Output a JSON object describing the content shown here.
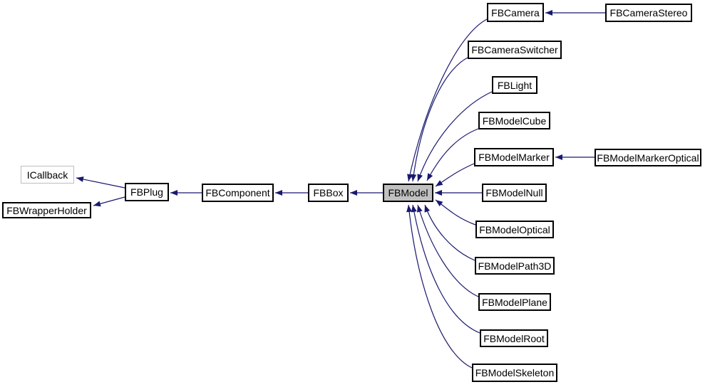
{
  "diagram": {
    "kind": "class-inheritance-graph",
    "focus_class": "FBModel",
    "colors": {
      "background": "#ffffff",
      "edge": "#191970",
      "node_border": "#000000",
      "external_node_border": "#bebebe",
      "focus_node_fill": "#c0c0c0",
      "text": "#000000"
    },
    "nodes": [
      {
        "label": "ICallback",
        "type": "external"
      },
      {
        "label": "FBWrapperHolder",
        "type": "class"
      },
      {
        "label": "FBPlug",
        "type": "class"
      },
      {
        "label": "FBComponent",
        "type": "class"
      },
      {
        "label": "FBBox",
        "type": "class"
      },
      {
        "label": "FBModel",
        "type": "current"
      },
      {
        "label": "FBCamera",
        "type": "class"
      },
      {
        "label": "FBCameraStereo",
        "type": "class"
      },
      {
        "label": "FBCameraSwitcher",
        "type": "class"
      },
      {
        "label": "FBLight",
        "type": "class"
      },
      {
        "label": "FBModelCube",
        "type": "class"
      },
      {
        "label": "FBModelMarker",
        "type": "class"
      },
      {
        "label": "FBModelMarkerOptical",
        "type": "class"
      },
      {
        "label": "FBModelNull",
        "type": "class"
      },
      {
        "label": "FBModelOptical",
        "type": "class"
      },
      {
        "label": "FBModelPath3D",
        "type": "class"
      },
      {
        "label": "FBModelPlane",
        "type": "class"
      },
      {
        "label": "FBModelRoot",
        "type": "class"
      },
      {
        "label": "FBModelSkeleton",
        "type": "class"
      }
    ],
    "edges": [
      {
        "derived": "FBPlug",
        "base": "ICallback"
      },
      {
        "derived": "FBPlug",
        "base": "FBWrapperHolder"
      },
      {
        "derived": "FBComponent",
        "base": "FBPlug"
      },
      {
        "derived": "FBBox",
        "base": "FBComponent"
      },
      {
        "derived": "FBModel",
        "base": "FBBox"
      },
      {
        "derived": "FBCamera",
        "base": "FBModel"
      },
      {
        "derived": "FBCameraStereo",
        "base": "FBCamera"
      },
      {
        "derived": "FBCameraSwitcher",
        "base": "FBModel"
      },
      {
        "derived": "FBLight",
        "base": "FBModel"
      },
      {
        "derived": "FBModelCube",
        "base": "FBModel"
      },
      {
        "derived": "FBModelMarker",
        "base": "FBModel"
      },
      {
        "derived": "FBModelMarkerOptical",
        "base": "FBModelMarker"
      },
      {
        "derived": "FBModelNull",
        "base": "FBModel"
      },
      {
        "derived": "FBModelOptical",
        "base": "FBModel"
      },
      {
        "derived": "FBModelPath3D",
        "base": "FBModel"
      },
      {
        "derived": "FBModelPlane",
        "base": "FBModel"
      },
      {
        "derived": "FBModelRoot",
        "base": "FBModel"
      },
      {
        "derived": "FBModelSkeleton",
        "base": "FBModel"
      }
    ]
  }
}
